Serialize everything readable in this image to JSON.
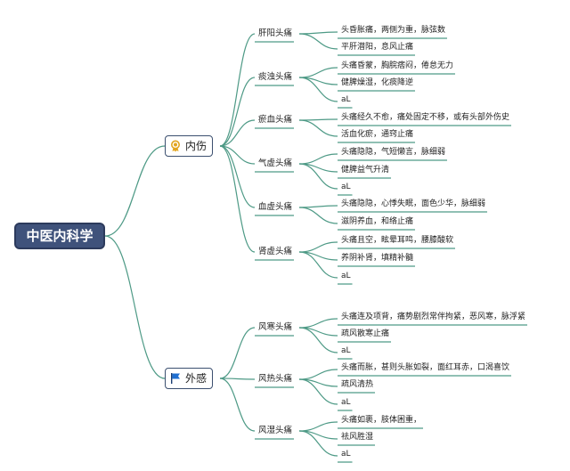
{
  "root": {
    "label": "中医内科学"
  },
  "categories": [
    {
      "label": "内伤",
      "icon": "ribbon-badge-icon",
      "subs": [
        {
          "label": "肝阳头痛",
          "items": [
            "头昏胀痛，两侧为重，脉弦数",
            "平肝潜阳，息风止痛"
          ]
        },
        {
          "label": "痰浊头痛",
          "items": [
            "头痛昏蒙，胸脘痞闷，倦怠无力",
            "健脾燥湿，化痰降逆",
            "aL"
          ]
        },
        {
          "label": "瘀血头痛",
          "items": [
            "头痛经久不愈，痛处固定不移，或有头部外伤史",
            "活血化瘀，通窍止痛"
          ]
        },
        {
          "label": "气虚头痛",
          "items": [
            "头痛隐隐，气短懒言，脉细弱",
            "健脾益气升清",
            "aL"
          ]
        },
        {
          "label": "血虚头痛",
          "items": [
            "头痛隐隐，心悸失眠，面色少华，脉细弱",
            "滋阴养血，和络止痛"
          ]
        },
        {
          "label": "肾虚头痛",
          "items": [
            "头痛且空，眩晕耳鸣，腰膝酸软",
            "养阴补肾，填精补髓",
            "aL"
          ]
        }
      ]
    },
    {
      "label": "外感",
      "icon": "blue-flag-icon",
      "subs": [
        {
          "label": "风寒头痛",
          "items": [
            "头痛连及项背，痛势剧烈常伴拘紧，恶风寒，脉浮紧",
            "疏风散寒止痛",
            "aL"
          ]
        },
        {
          "label": "风热头痛",
          "items": [
            "头痛而胀，甚则头胀如裂，面红耳赤，口渴喜饮",
            "疏风清热",
            "aL"
          ]
        },
        {
          "label": "风湿头痛",
          "items": [
            "头痛如裹，肢体困重，",
            "祛风胜湿",
            "aL"
          ]
        }
      ]
    }
  ],
  "colors": {
    "root_fill": "#3f527b",
    "line": "#4e9a86",
    "flag": "#1f6fd1",
    "badge": "#e2a51f"
  }
}
